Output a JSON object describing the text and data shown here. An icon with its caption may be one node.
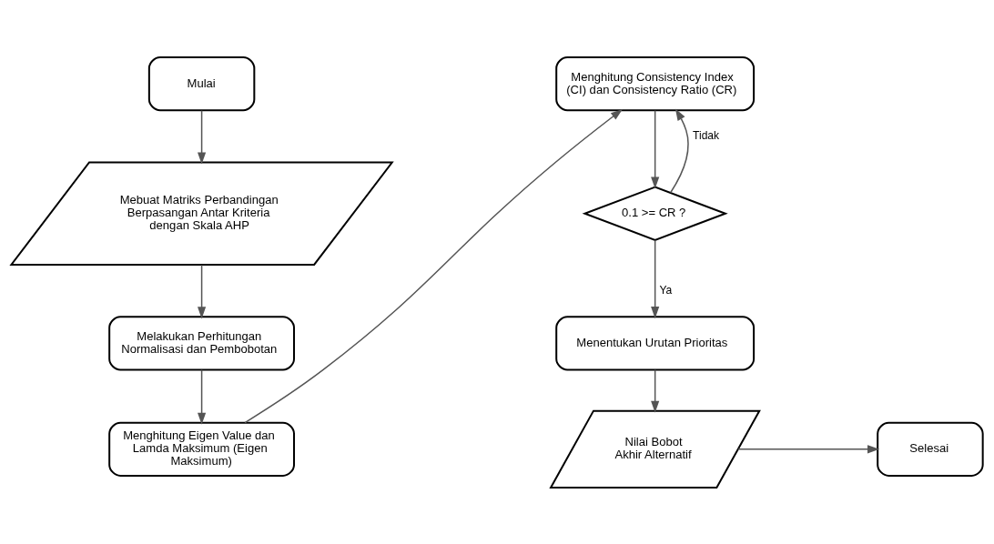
{
  "diagram": {
    "nodes": [
      {
        "text": [
          "Mulai"
        ]
      },
      {
        "text": [
          "Mebuat Matriks Perbandingan Berpasangan Antar Kriteria dengan Skala AHP"
        ]
      },
      {
        "text": [
          "Melakukan Perhitungan Normalisasi dan Pembobotan"
        ]
      },
      {
        "text": [
          "Menghitung Eigen Value dan Lamda Maksimum (Eigen Maksimum)"
        ]
      },
      {
        "text": [
          "Menghitung Consistency Index (CI) dan Consistency Ratio (CR)"
        ]
      },
      {
        "text": [
          "0.1 >= CR ?"
        ]
      },
      {
        "text": [
          "Menentukan Urutan Prioritas"
        ]
      },
      {
        "text": [
          "Nilai Bobot Akhir Alternatif"
        ]
      },
      {
        "text": [
          "Selesai"
        ]
      }
    ],
    "edges": [
      {
        "from": 0,
        "to": 1,
        "arrow": "to"
      },
      {
        "from": 1,
        "to": 2,
        "arrow": "to"
      },
      {
        "from": 2,
        "to": 3,
        "arrow": "to"
      },
      {
        "from": 3,
        "to": 4,
        "arrow": "to"
      },
      {
        "from": 4,
        "to": 5,
        "arrow": "to"
      },
      {
        "from": 5,
        "to": 4,
        "arrow": "to",
        "label": "Tidak"
      },
      {
        "from": 5,
        "to": 6,
        "arrow": "to",
        "label": "Ya"
      },
      {
        "from": 6,
        "to": 7,
        "arrow": "to"
      },
      {
        "from": 7,
        "to": 8,
        "arrow": "to"
      }
    ]
  }
}
